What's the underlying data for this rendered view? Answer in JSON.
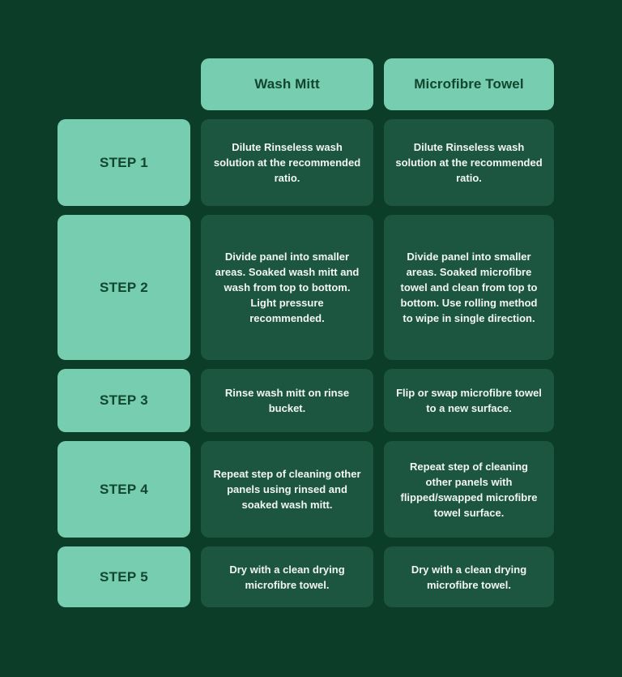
{
  "page": {
    "background_color": "#0b3d28",
    "accent_color": "#76cdb0",
    "card_color": "#1c5640",
    "header_text_color": "#12462f",
    "body_text_color": "#f2f6f3"
  },
  "table": {
    "step_column_header": "",
    "columns": [
      {
        "label": "Wash Mitt"
      },
      {
        "label": "Microfibre Towel"
      }
    ],
    "rows": [
      {
        "step": "STEP 1",
        "wash_mitt": "Dilute Rinseless wash solution at the recommended ratio.",
        "microfibre_towel": "Dilute Rinseless wash solution at the recommended ratio."
      },
      {
        "step": "STEP 2",
        "wash_mitt": "Divide panel into smaller areas. Soaked wash mitt and wash from top to bottom. Light pressure recommended.",
        "microfibre_towel": "Divide panel into smaller areas. Soaked microfibre towel and clean from top to bottom. Use rolling method to wipe in single direction."
      },
      {
        "step": "STEP 3",
        "wash_mitt": "Rinse wash mitt on rinse bucket.",
        "microfibre_towel": "Flip or swap microfibre towel to a new surface."
      },
      {
        "step": "STEP 4",
        "wash_mitt": "Repeat step of cleaning other panels using rinsed and soaked wash mitt.",
        "microfibre_towel": "Repeat step of cleaning other panels with flipped/swapped microfibre towel surface."
      },
      {
        "step": "STEP 5",
        "wash_mitt": "Dry with a clean drying microfibre towel.",
        "microfibre_towel": "Dry with a clean drying microfibre towel."
      }
    ]
  }
}
